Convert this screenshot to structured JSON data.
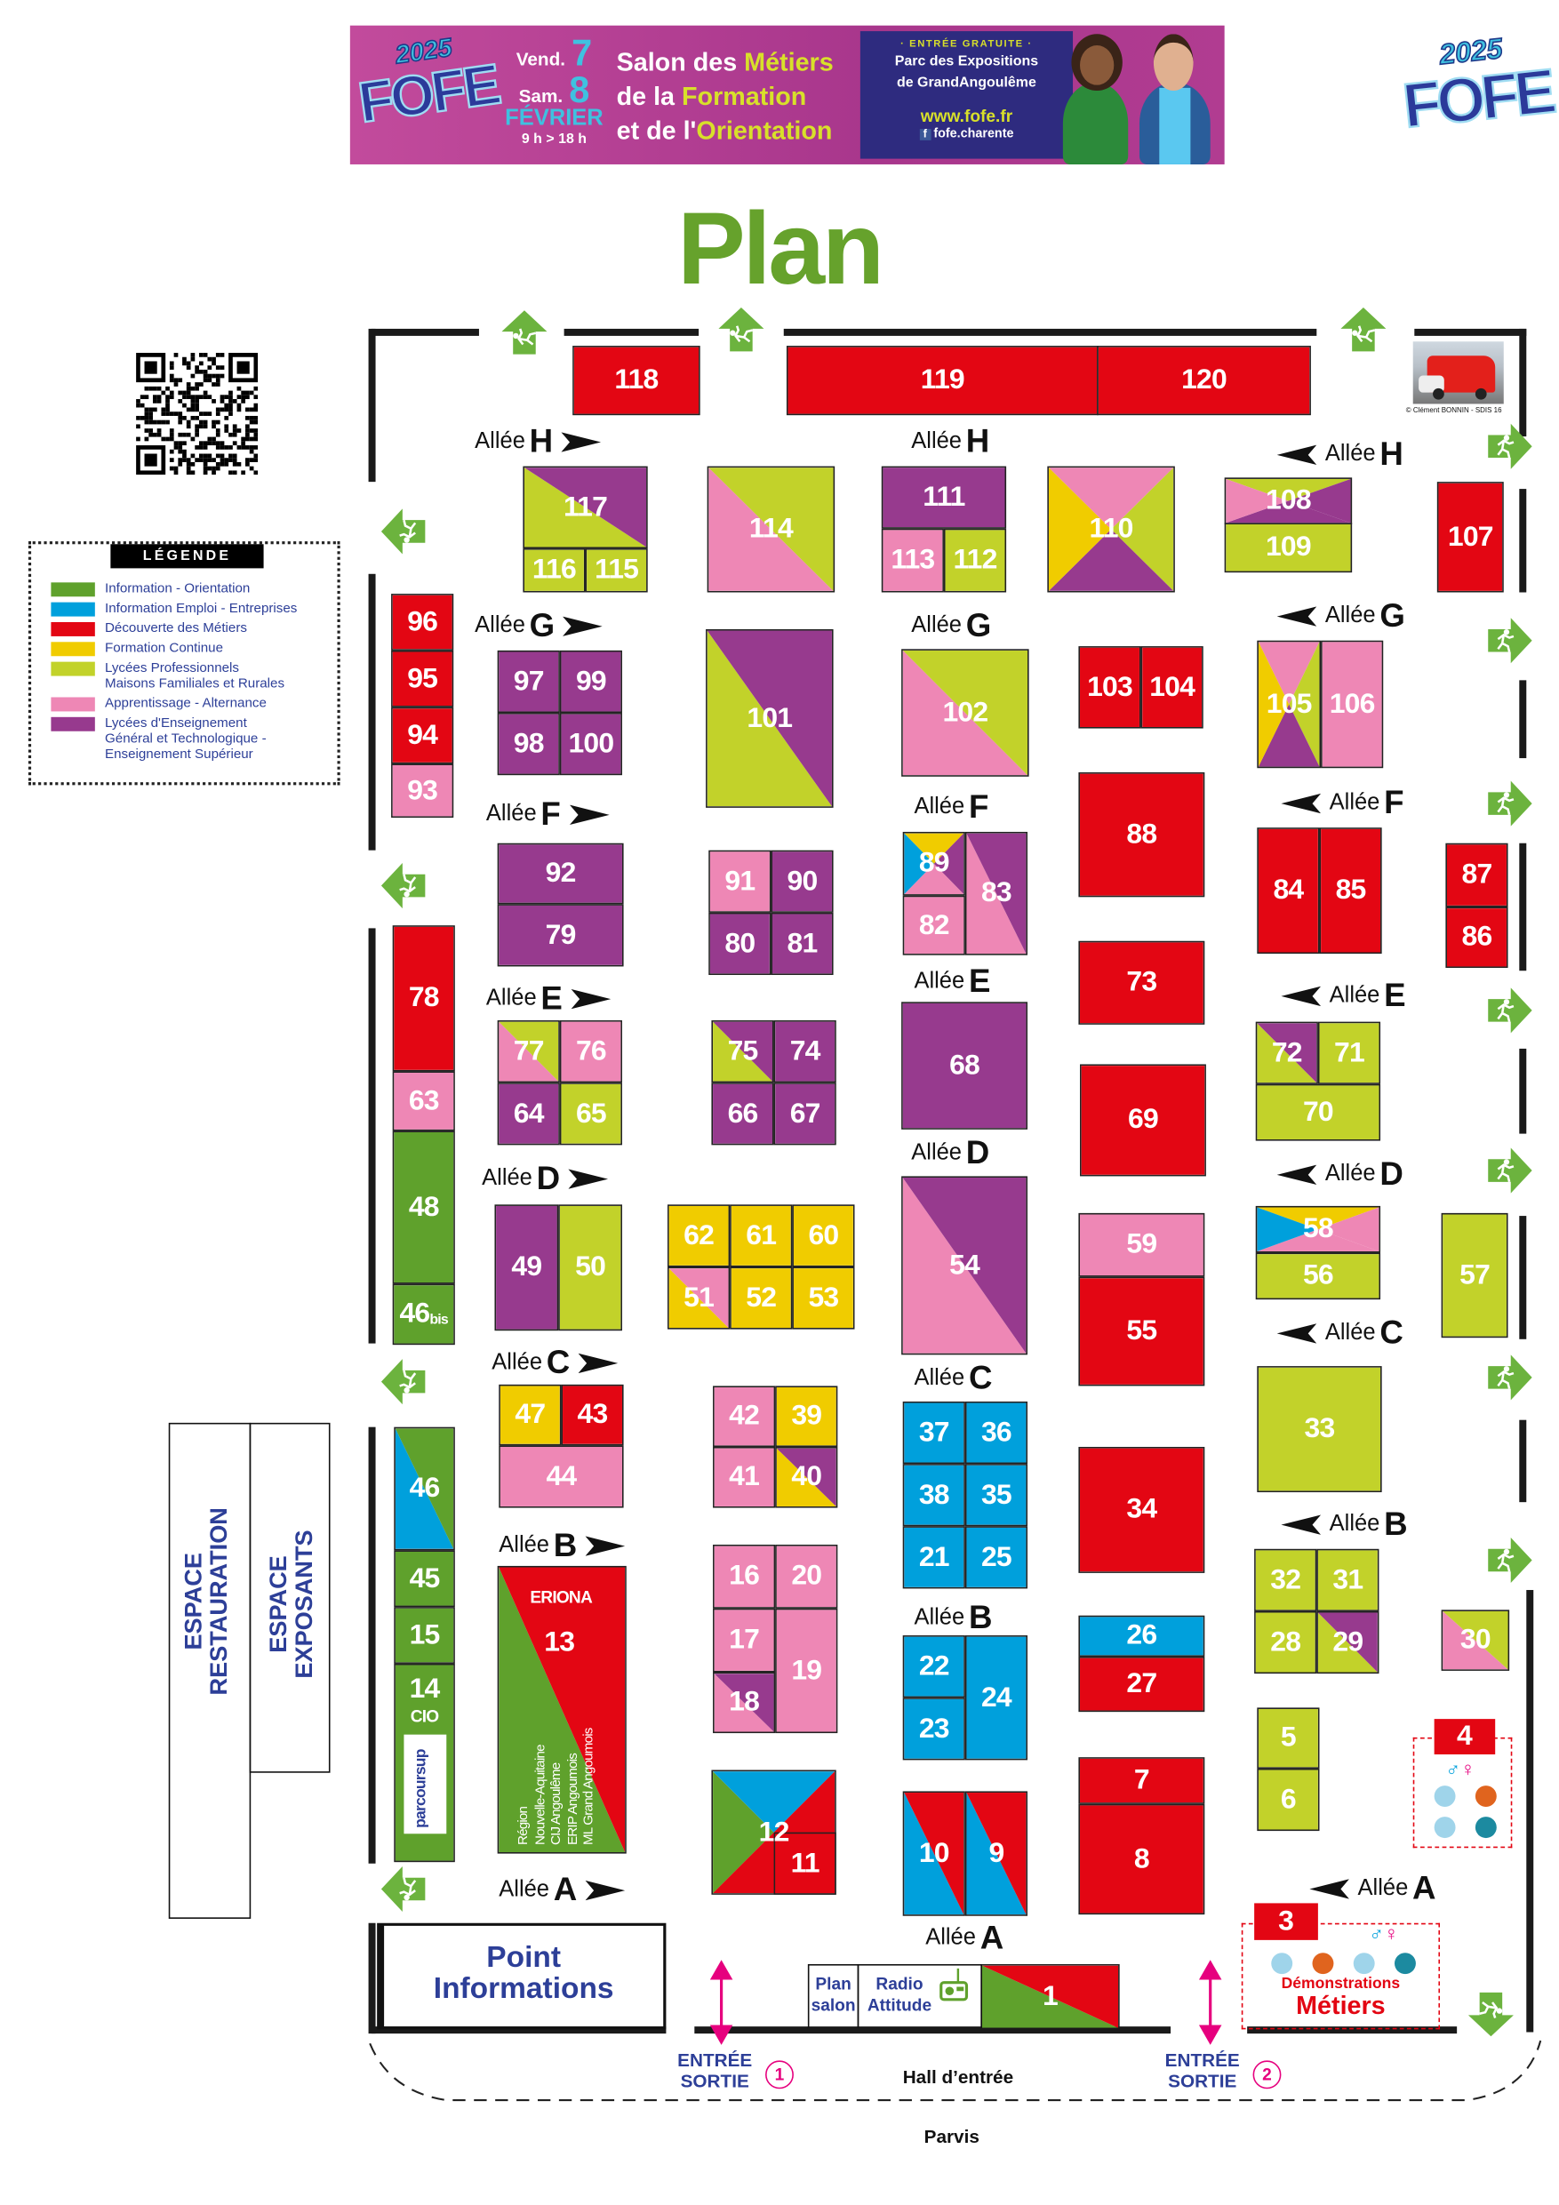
{
  "colors": {
    "green": "#5fa12c",
    "blue": "#00a0dc",
    "red": "#e30613",
    "yellow": "#f0cc00",
    "olive": "#c2d22a",
    "pink": "#ee87b5",
    "purple": "#973a8e"
  },
  "banner": {
    "logo_year": "2025",
    "logo_text": "FOFE",
    "day1": "Vend.",
    "day1_num": "7",
    "day2": "Sam.",
    "day2_num": "8",
    "month": "FÉVRIER",
    "hours": "9 h > 18 h",
    "title_lines": [
      {
        "pre": "Salon des ",
        "hl": "Métiers"
      },
      {
        "pre": "de la ",
        "hl": "Formation"
      },
      {
        "pre": "et de l'",
        "hl": "Orientation"
      }
    ],
    "entry": "· ENTRÉE GRATUITE ·",
    "venue_line1": "Parc des Expositions",
    "venue_line2": "de GrandAngoulême",
    "website": "www.fofe.fr",
    "facebook": "fofe.charente"
  },
  "corner_logo": {
    "year": "2025",
    "text": "FOFE"
  },
  "title": "Plan",
  "photo_credit": "© Clément BONNIN - SDIS 16",
  "legend": {
    "title": "LÉGENDE",
    "items": [
      {
        "label": "Information - Orientation",
        "color": "green"
      },
      {
        "label": "Information Emploi - Entreprises",
        "color": "blue"
      },
      {
        "label": "Découverte des Métiers",
        "color": "red"
      },
      {
        "label": "Formation Continue",
        "color": "yellow"
      },
      {
        "label": "Lycées Professionnels\nMaisons Familiales et Rurales",
        "color": "olive"
      },
      {
        "label": "Apprentissage - Alternance",
        "color": "pink"
      },
      {
        "label": "Lycées d'Enseignement\nGénéral et Technologique -\nEnseignement Supérieur",
        "color": "purple"
      }
    ]
  },
  "stands": [
    {
      "id": "118",
      "label": "118",
      "colors": [
        "red"
      ]
    },
    {
      "id": "119",
      "label": "119",
      "colors": [
        "red"
      ]
    },
    {
      "id": "120",
      "label": "120",
      "colors": [
        "red"
      ]
    },
    {
      "id": "117",
      "label": "117",
      "colors": [
        "olive",
        "purple"
      ]
    },
    {
      "id": "116",
      "label": "116",
      "colors": [
        "olive"
      ]
    },
    {
      "id": "115",
      "label": "115",
      "colors": [
        "olive"
      ]
    },
    {
      "id": "114",
      "label": "114",
      "colors": [
        "pink",
        "olive"
      ]
    },
    {
      "id": "111",
      "label": "111",
      "colors": [
        "purple"
      ]
    },
    {
      "id": "113",
      "label": "113",
      "colors": [
        "pink"
      ]
    },
    {
      "id": "112",
      "label": "112",
      "colors": [
        "olive"
      ]
    },
    {
      "id": "110",
      "label": "110",
      "colors": [
        "pink",
        "olive",
        "purple",
        "yellow"
      ]
    },
    {
      "id": "108",
      "label": "108",
      "colors": [
        "olive",
        "purple",
        "purple",
        "pink"
      ]
    },
    {
      "id": "109",
      "label": "109",
      "colors": [
        "olive"
      ]
    },
    {
      "id": "107",
      "label": "107",
      "colors": [
        "red"
      ]
    },
    {
      "id": "96",
      "label": "96",
      "colors": [
        "red"
      ]
    },
    {
      "id": "95",
      "label": "95",
      "colors": [
        "red"
      ]
    },
    {
      "id": "94",
      "label": "94",
      "colors": [
        "red"
      ]
    },
    {
      "id": "93",
      "label": "93",
      "colors": [
        "pink"
      ]
    },
    {
      "id": "97",
      "label": "97",
      "colors": [
        "purple"
      ]
    },
    {
      "id": "99",
      "label": "99",
      "colors": [
        "purple"
      ]
    },
    {
      "id": "98",
      "label": "98",
      "colors": [
        "purple"
      ]
    },
    {
      "id": "100",
      "label": "100",
      "colors": [
        "purple"
      ]
    },
    {
      "id": "101",
      "label": "101",
      "colors": [
        "olive",
        "purple"
      ]
    },
    {
      "id": "102",
      "label": "102",
      "colors": [
        "pink",
        "olive"
      ]
    },
    {
      "id": "103",
      "label": "103",
      "colors": [
        "red"
      ]
    },
    {
      "id": "104",
      "label": "104",
      "colors": [
        "red"
      ]
    },
    {
      "id": "105",
      "label": "105",
      "colors": [
        "pink",
        "olive",
        "purple",
        "yellow"
      ]
    },
    {
      "id": "106",
      "label": "106",
      "colors": [
        "pink"
      ]
    },
    {
      "id": "88",
      "label": "88",
      "colors": [
        "red"
      ]
    },
    {
      "id": "84",
      "label": "84",
      "colors": [
        "red"
      ]
    },
    {
      "id": "85",
      "label": "85",
      "colors": [
        "red"
      ]
    },
    {
      "id": "87",
      "label": "87",
      "colors": [
        "red"
      ]
    },
    {
      "id": "86",
      "label": "86",
      "colors": [
        "red"
      ]
    },
    {
      "id": "92",
      "label": "92",
      "colors": [
        "purple"
      ]
    },
    {
      "id": "79",
      "label": "79",
      "colors": [
        "purple"
      ]
    },
    {
      "id": "91",
      "label": "91",
      "colors": [
        "pink"
      ]
    },
    {
      "id": "90",
      "label": "90",
      "colors": [
        "purple"
      ]
    },
    {
      "id": "80",
      "label": "80",
      "colors": [
        "purple"
      ]
    },
    {
      "id": "81",
      "label": "81",
      "colors": [
        "purple"
      ]
    },
    {
      "id": "89",
      "label": "89",
      "colors": [
        "yellow",
        "purple",
        "pink",
        "blue"
      ]
    },
    {
      "id": "82",
      "label": "82",
      "colors": [
        "pink"
      ]
    },
    {
      "id": "83",
      "label": "83",
      "colors": [
        "pink",
        "purple"
      ]
    },
    {
      "id": "73",
      "label": "73",
      "colors": [
        "red"
      ]
    },
    {
      "id": "78",
      "label": "78",
      "colors": [
        "red"
      ]
    },
    {
      "id": "63",
      "label": "63",
      "colors": [
        "pink"
      ]
    },
    {
      "id": "48",
      "label": "48",
      "colors": [
        "green"
      ]
    },
    {
      "id": "46bis",
      "label": "46",
      "sub": "bis",
      "colors": [
        "green"
      ]
    },
    {
      "id": "77",
      "label": "77",
      "colors": [
        "pink",
        "olive"
      ]
    },
    {
      "id": "76",
      "label": "76",
      "colors": [
        "pink"
      ]
    },
    {
      "id": "64",
      "label": "64",
      "colors": [
        "purple"
      ]
    },
    {
      "id": "65",
      "label": "65",
      "colors": [
        "olive"
      ]
    },
    {
      "id": "75",
      "label": "75",
      "colors": [
        "olive",
        "purple"
      ]
    },
    {
      "id": "74",
      "label": "74",
      "colors": [
        "purple"
      ]
    },
    {
      "id": "66",
      "label": "66",
      "colors": [
        "purple"
      ]
    },
    {
      "id": "67",
      "label": "67",
      "colors": [
        "purple"
      ]
    },
    {
      "id": "68",
      "label": "68",
      "colors": [
        "purple"
      ]
    },
    {
      "id": "69",
      "label": "69",
      "colors": [
        "red"
      ]
    },
    {
      "id": "72",
      "label": "72",
      "colors": [
        "olive",
        "purple"
      ]
    },
    {
      "id": "71",
      "label": "71",
      "colors": [
        "olive"
      ]
    },
    {
      "id": "70",
      "label": "70",
      "colors": [
        "olive"
      ]
    },
    {
      "id": "49",
      "label": "49",
      "colors": [
        "purple"
      ]
    },
    {
      "id": "50",
      "label": "50",
      "colors": [
        "olive"
      ]
    },
    {
      "id": "62",
      "label": "62",
      "colors": [
        "yellow"
      ]
    },
    {
      "id": "61",
      "label": "61",
      "colors": [
        "yellow"
      ]
    },
    {
      "id": "60",
      "label": "60",
      "colors": [
        "yellow"
      ]
    },
    {
      "id": "51",
      "label": "51",
      "colors": [
        "yellow",
        "pink"
      ]
    },
    {
      "id": "52",
      "label": "52",
      "colors": [
        "yellow"
      ]
    },
    {
      "id": "53",
      "label": "53",
      "colors": [
        "yellow"
      ]
    },
    {
      "id": "54",
      "label": "54",
      "colors": [
        "pink",
        "purple"
      ]
    },
    {
      "id": "59",
      "label": "59",
      "colors": [
        "pink"
      ]
    },
    {
      "id": "55",
      "label": "55",
      "colors": [
        "red"
      ]
    },
    {
      "id": "58",
      "label": "58",
      "colors": [
        "yellow",
        "pink",
        "pink",
        "blue"
      ]
    },
    {
      "id": "56",
      "label": "56",
      "colors": [
        "olive"
      ]
    },
    {
      "id": "57",
      "label": "57",
      "colors": [
        "olive"
      ]
    },
    {
      "id": "47",
      "label": "47",
      "colors": [
        "yellow"
      ]
    },
    {
      "id": "43",
      "label": "43",
      "colors": [
        "red"
      ]
    },
    {
      "id": "44",
      "label": "44",
      "colors": [
        "pink"
      ]
    },
    {
      "id": "42",
      "label": "42",
      "colors": [
        "pink"
      ]
    },
    {
      "id": "39",
      "label": "39",
      "colors": [
        "yellow"
      ]
    },
    {
      "id": "41",
      "label": "41",
      "colors": [
        "pink"
      ]
    },
    {
      "id": "40",
      "label": "40",
      "colors": [
        "yellow",
        "purple"
      ]
    },
    {
      "id": "37",
      "label": "37",
      "colors": [
        "blue"
      ]
    },
    {
      "id": "36",
      "label": "36",
      "colors": [
        "blue"
      ]
    },
    {
      "id": "38",
      "label": "38",
      "colors": [
        "blue"
      ]
    },
    {
      "id": "35",
      "label": "35",
      "colors": [
        "blue"
      ]
    },
    {
      "id": "21",
      "label": "21",
      "colors": [
        "blue"
      ]
    },
    {
      "id": "25",
      "label": "25",
      "colors": [
        "blue"
      ]
    },
    {
      "id": "34",
      "label": "34",
      "colors": [
        "red"
      ]
    },
    {
      "id": "33",
      "label": "33",
      "colors": [
        "olive"
      ]
    },
    {
      "id": "46",
      "label": "46",
      "colors": [
        "blue",
        "green"
      ]
    },
    {
      "id": "45",
      "label": "45",
      "colors": [
        "green"
      ]
    },
    {
      "id": "15",
      "label": "15",
      "colors": [
        "green"
      ]
    },
    {
      "id": "14",
      "label": "14",
      "sub": "CIO",
      "logo": "parcoursup",
      "colors": [
        "green"
      ]
    },
    {
      "id": "13",
      "label": "13",
      "org": "ERIONA",
      "partners": [
        "Région",
        "Nouvelle-Aquitaine",
        "CIJ Angoulême",
        "ERIP Angoumois",
        "ML Grand Angoumois"
      ],
      "colors": [
        "green",
        "red"
      ]
    },
    {
      "id": "16",
      "label": "16",
      "colors": [
        "pink"
      ]
    },
    {
      "id": "20",
      "label": "20",
      "colors": [
        "pink"
      ]
    },
    {
      "id": "17",
      "label": "17",
      "colors": [
        "pink"
      ]
    },
    {
      "id": "18",
      "label": "18",
      "colors": [
        "pink",
        "purple"
      ]
    },
    {
      "id": "19",
      "label": "19",
      "colors": [
        "pink"
      ]
    },
    {
      "id": "22",
      "label": "22",
      "colors": [
        "blue"
      ]
    },
    {
      "id": "23",
      "label": "23",
      "colors": [
        "blue"
      ]
    },
    {
      "id": "24",
      "label": "24",
      "colors": [
        "blue"
      ]
    },
    {
      "id": "26",
      "label": "26",
      "colors": [
        "blue"
      ]
    },
    {
      "id": "27",
      "label": "27",
      "colors": [
        "red"
      ]
    },
    {
      "id": "32",
      "label": "32",
      "colors": [
        "olive"
      ]
    },
    {
      "id": "31",
      "label": "31",
      "colors": [
        "olive"
      ]
    },
    {
      "id": "28",
      "label": "28",
      "colors": [
        "olive"
      ]
    },
    {
      "id": "29",
      "label": "29",
      "colors": [
        "olive",
        "purple"
      ]
    },
    {
      "id": "30",
      "label": "30",
      "colors": [
        "pink",
        "olive"
      ]
    },
    {
      "id": "12",
      "label": "12",
      "colors": [
        "green",
        "blue",
        "red",
        "red"
      ]
    },
    {
      "id": "11",
      "label": "11",
      "colors": [
        "red"
      ]
    },
    {
      "id": "10",
      "label": "10",
      "colors": [
        "blue",
        "red"
      ]
    },
    {
      "id": "9",
      "label": "9",
      "colors": [
        "blue",
        "red"
      ]
    },
    {
      "id": "7",
      "label": "7",
      "colors": [
        "red"
      ]
    },
    {
      "id": "8",
      "label": "8",
      "colors": [
        "red"
      ]
    },
    {
      "id": "5",
      "label": "5",
      "colors": [
        "olive"
      ]
    },
    {
      "id": "6",
      "label": "6",
      "colors": [
        "olive"
      ]
    },
    {
      "id": "1",
      "label": "1",
      "colors": [
        "green",
        "red"
      ]
    }
  ],
  "aisles": [
    {
      "word": "Allée",
      "letter": "H"
    },
    {
      "word": "Allée",
      "letter": "G"
    },
    {
      "word": "Allée",
      "letter": "F"
    },
    {
      "word": "Allée",
      "letter": "E"
    },
    {
      "word": "Allée",
      "letter": "D"
    },
    {
      "word": "Allée",
      "letter": "C"
    },
    {
      "word": "Allée",
      "letter": "B"
    },
    {
      "word": "Allée",
      "letter": "A"
    },
    {
      "word": "Allée",
      "letter": "H"
    },
    {
      "word": "Allée",
      "letter": "G"
    },
    {
      "word": "Allée",
      "letter": "F"
    },
    {
      "word": "Allée",
      "letter": "E"
    },
    {
      "word": "Allée",
      "letter": "D"
    },
    {
      "word": "Allée",
      "letter": "C"
    },
    {
      "word": "Allée",
      "letter": "B"
    },
    {
      "word": "Allée",
      "letter": "A"
    },
    {
      "word": "Allée",
      "letter": "H"
    },
    {
      "word": "Allée",
      "letter": "G"
    },
    {
      "word": "Allée",
      "letter": "F"
    },
    {
      "word": "Allée",
      "letter": "E"
    },
    {
      "word": "Allée",
      "letter": "D"
    },
    {
      "word": "Allée",
      "letter": "C"
    },
    {
      "word": "Allée",
      "letter": "B"
    },
    {
      "word": "Allée",
      "letter": "A"
    }
  ],
  "areas": {
    "restauration": "ESPACE\nRESTAURATION",
    "exposants": "ESPACE\nEXPOSANTS",
    "point_info_1": "Point",
    "point_info_2": "Informations",
    "plan_salon_1": "Plan",
    "plan_salon_2": "salon",
    "radio_1": "Radio",
    "radio_2": "Attitude",
    "demo4_label": "4",
    "demo3_label": "3",
    "demo3_line1": "Démonstrations",
    "demo3_line2": "Métiers",
    "entry1_line1": "ENTRÉE",
    "entry1_line2": "SORTIE",
    "entry1_num": "1",
    "entry2_line1": "ENTRÉE",
    "entry2_line2": "SORTIE",
    "entry2_num": "2",
    "hall": "Hall d’entrée",
    "parvis": "Parvis"
  }
}
